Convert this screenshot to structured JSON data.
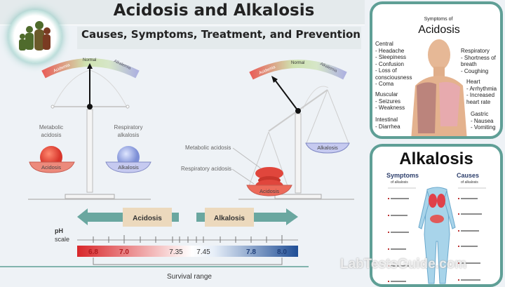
{
  "header": {
    "title": "Acidosis and Alkalosis",
    "subtitle": "Causes, Symptoms, Treatment, and Prevention"
  },
  "logo": {
    "icon": "family-logo-icon"
  },
  "gauge": {
    "left": "Acidemia",
    "center": "Normal",
    "right": "Alkalemia"
  },
  "balanced_scale": {
    "left_label_1": "Metabolic",
    "left_label_2": "acidosis",
    "left_pan": "Acidosis",
    "right_label_1": "Respiratory",
    "right_label_2": "alkalosis",
    "right_pan": "Alkalosis"
  },
  "tipped_scale": {
    "label_metabolic": "Metabolic acidosis",
    "label_respiratory": "Respiratory acidosis",
    "left_pan": "Acidosis",
    "right_pan": "Alkalosis"
  },
  "ph_scale": {
    "acidosis": "Acidosis",
    "alkalosis": "Alkalosis",
    "label_1": "pH",
    "label_2": "scale",
    "ticks": [
      "6.8",
      "7.0",
      "7.35",
      "7.45",
      "7.8",
      "8.0"
    ],
    "survival": "Survival range"
  },
  "acidosis_card": {
    "heading_small": "Symptoms of",
    "heading": "Acidosis",
    "groups": [
      {
        "name": "Central",
        "items": [
          "- Headache",
          "- Sleepiness",
          "- Confusion",
          "- Loss of",
          "consciousness",
          "- Coma"
        ]
      },
      {
        "name": "Muscular",
        "items": [
          "- Seizures",
          "- Weakness"
        ]
      },
      {
        "name": "Intestinal",
        "items": [
          "- Diarrhea"
        ]
      },
      {
        "name": "Respiratory",
        "items": [
          "- Shortness of",
          "breath",
          "- Coughing"
        ]
      },
      {
        "name": "Heart",
        "items": [
          "- Arrhythmia",
          "- Increased",
          "heart rate"
        ]
      },
      {
        "name": "Gastric",
        "items": [
          "- Nausea",
          "- Vomiting"
        ]
      }
    ]
  },
  "alkalosis_card": {
    "heading": "Alkalosis",
    "symptoms": "Symptoms",
    "symptoms_sub": "of alkalosis",
    "causes": "Causes",
    "causes_sub": "of alkalosis"
  },
  "watermark": "LabTestsGuide.com",
  "colors": {
    "acid": "#e0403a",
    "alk": "#3d63a8",
    "teal": "#5f9f96",
    "box": "#ecd9bd"
  }
}
